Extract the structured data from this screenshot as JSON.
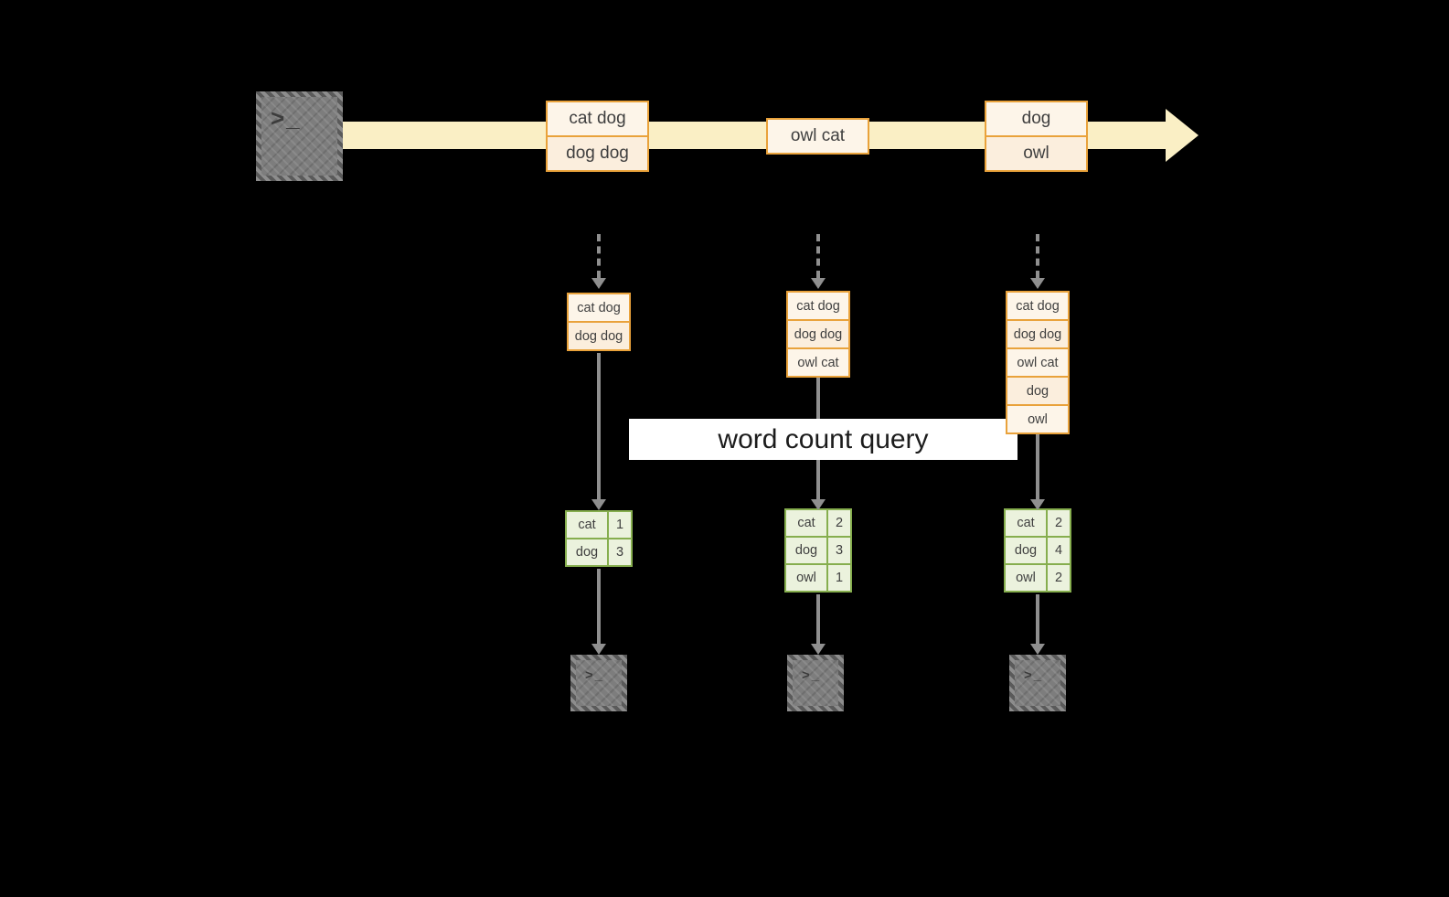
{
  "banner": {
    "label": "word count query"
  },
  "icons": {
    "terminal_prompt": ">_"
  },
  "timeline": {
    "batches": [
      {
        "cells": [
          "cat dog",
          "dog dog"
        ]
      },
      {
        "cells": [
          "owl cat"
        ]
      },
      {
        "cells": [
          "dog",
          "owl"
        ]
      }
    ]
  },
  "columns": [
    {
      "state": [
        "cat dog",
        "dog dog"
      ],
      "counts": [
        {
          "word": "cat",
          "count": "1"
        },
        {
          "word": "dog",
          "count": "3"
        }
      ]
    },
    {
      "state": [
        "cat dog",
        "dog dog",
        "owl cat"
      ],
      "counts": [
        {
          "word": "cat",
          "count": "2"
        },
        {
          "word": "dog",
          "count": "3"
        },
        {
          "word": "owl",
          "count": "1"
        }
      ]
    },
    {
      "state": [
        "cat dog",
        "dog dog",
        "owl cat",
        "dog",
        "owl"
      ],
      "counts": [
        {
          "word": "cat",
          "count": "2"
        },
        {
          "word": "dog",
          "count": "4"
        },
        {
          "word": "owl",
          "count": "2"
        }
      ]
    }
  ]
}
